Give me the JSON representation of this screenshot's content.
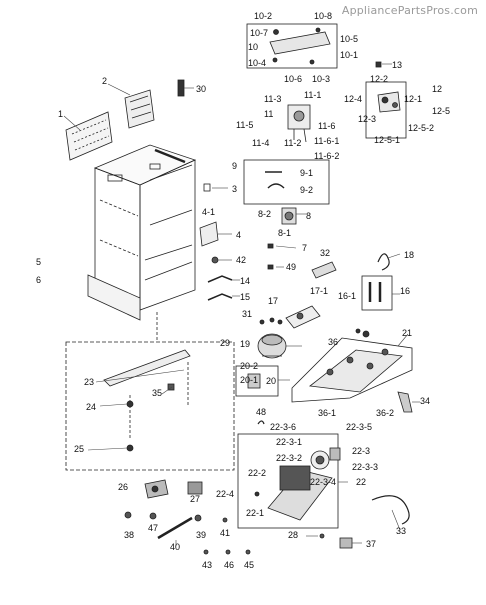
{
  "watermark": "AppliancePartsPros.com",
  "callouts": [
    {
      "id": "p1",
      "label": "1"
    },
    {
      "id": "p2",
      "label": "2"
    },
    {
      "id": "p3",
      "label": "3"
    },
    {
      "id": "p4",
      "label": "4"
    },
    {
      "id": "p4-1",
      "label": "4-1"
    },
    {
      "id": "p5",
      "label": "5"
    },
    {
      "id": "p6",
      "label": "6"
    },
    {
      "id": "p7",
      "label": "7"
    },
    {
      "id": "p8",
      "label": "8"
    },
    {
      "id": "p8-1",
      "label": "8-1"
    },
    {
      "id": "p8-2",
      "label": "8-2"
    },
    {
      "id": "p9",
      "label": "9"
    },
    {
      "id": "p9-1",
      "label": "9-1"
    },
    {
      "id": "p9-2",
      "label": "9-2"
    },
    {
      "id": "p10",
      "label": "10"
    },
    {
      "id": "p10-1",
      "label": "10-1"
    },
    {
      "id": "p10-2",
      "label": "10-2"
    },
    {
      "id": "p10-3",
      "label": "10-3"
    },
    {
      "id": "p10-4",
      "label": "10-4"
    },
    {
      "id": "p10-5",
      "label": "10-5"
    },
    {
      "id": "p10-6",
      "label": "10-6"
    },
    {
      "id": "p10-7",
      "label": "10-7"
    },
    {
      "id": "p10-8",
      "label": "10-8"
    },
    {
      "id": "p11",
      "label": "11"
    },
    {
      "id": "p11-1",
      "label": "11-1"
    },
    {
      "id": "p11-2",
      "label": "11-2"
    },
    {
      "id": "p11-3",
      "label": "11-3"
    },
    {
      "id": "p11-4",
      "label": "11-4"
    },
    {
      "id": "p11-5",
      "label": "11-5"
    },
    {
      "id": "p11-6",
      "label": "11-6"
    },
    {
      "id": "p11-6-1",
      "label": "11-6-1"
    },
    {
      "id": "p11-6-2",
      "label": "11-6-2"
    },
    {
      "id": "p12",
      "label": "12"
    },
    {
      "id": "p12-1",
      "label": "12-1"
    },
    {
      "id": "p12-2",
      "label": "12-2"
    },
    {
      "id": "p12-3",
      "label": "12-3"
    },
    {
      "id": "p12-4",
      "label": "12-4"
    },
    {
      "id": "p12-5",
      "label": "12-5"
    },
    {
      "id": "p12-5-1",
      "label": "12-5-1"
    },
    {
      "id": "p12-5-2",
      "label": "12-5-2"
    },
    {
      "id": "p13",
      "label": "13"
    },
    {
      "id": "p14",
      "label": "14"
    },
    {
      "id": "p15",
      "label": "15"
    },
    {
      "id": "p16",
      "label": "16"
    },
    {
      "id": "p16-1",
      "label": "16-1"
    },
    {
      "id": "p17",
      "label": "17"
    },
    {
      "id": "p17-1",
      "label": "17-1"
    },
    {
      "id": "p18",
      "label": "18"
    },
    {
      "id": "p19",
      "label": "19"
    },
    {
      "id": "p20",
      "label": "20"
    },
    {
      "id": "p20-1",
      "label": "20-1"
    },
    {
      "id": "p20-2",
      "label": "20-2"
    },
    {
      "id": "p21",
      "label": "21"
    },
    {
      "id": "p22",
      "label": "22"
    },
    {
      "id": "p22-1",
      "label": "22-1"
    },
    {
      "id": "p22-2",
      "label": "22-2"
    },
    {
      "id": "p22-3",
      "label": "22-3"
    },
    {
      "id": "p22-3-1",
      "label": "22-3-1"
    },
    {
      "id": "p22-3-2",
      "label": "22-3-2"
    },
    {
      "id": "p22-3-3",
      "label": "22-3-3"
    },
    {
      "id": "p22-3-4",
      "label": "22-3-4"
    },
    {
      "id": "p22-3-5",
      "label": "22-3-5"
    },
    {
      "id": "p22-3-6",
      "label": "22-3-6"
    },
    {
      "id": "p22-4",
      "label": "22-4"
    },
    {
      "id": "p23",
      "label": "23"
    },
    {
      "id": "p24",
      "label": "24"
    },
    {
      "id": "p25",
      "label": "25"
    },
    {
      "id": "p26",
      "label": "26"
    },
    {
      "id": "p27",
      "label": "27"
    },
    {
      "id": "p28",
      "label": "28"
    },
    {
      "id": "p29",
      "label": "29"
    },
    {
      "id": "p30",
      "label": "30"
    },
    {
      "id": "p31",
      "label": "31"
    },
    {
      "id": "p32",
      "label": "32"
    },
    {
      "id": "p33",
      "label": "33"
    },
    {
      "id": "p34",
      "label": "34"
    },
    {
      "id": "p35",
      "label": "35"
    },
    {
      "id": "p36",
      "label": "36"
    },
    {
      "id": "p36-1",
      "label": "36-1"
    },
    {
      "id": "p36-2",
      "label": "36-2"
    },
    {
      "id": "p37",
      "label": "37"
    },
    {
      "id": "p38",
      "label": "38"
    },
    {
      "id": "p39",
      "label": "39"
    },
    {
      "id": "p40",
      "label": "40"
    },
    {
      "id": "p41",
      "label": "41"
    },
    {
      "id": "p42",
      "label": "42"
    },
    {
      "id": "p43",
      "label": "43"
    },
    {
      "id": "p45",
      "label": "45"
    },
    {
      "id": "p46",
      "label": "46"
    },
    {
      "id": "p47",
      "label": "47"
    },
    {
      "id": "p48",
      "label": "48"
    },
    {
      "id": "p49",
      "label": "49"
    }
  ]
}
